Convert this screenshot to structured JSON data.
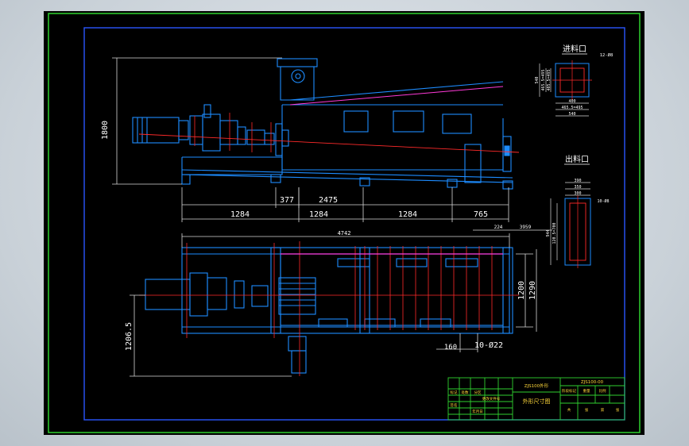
{
  "viewport": {
    "background": "#000000"
  },
  "colors": {
    "border": "#2fd12f",
    "frame": "#2a56ff",
    "machine": "#1d8cff",
    "dim": "#d8d8d8",
    "accent_red": "#ff2a2a",
    "accent_magenta": "#ff3ad8",
    "text_white": "#ffffff",
    "title_yellow": "#ffd83a"
  },
  "side_view": {
    "height_dim": "1800",
    "dims_top_row": [
      "377",
      "2475"
    ],
    "dims_bottom_row": [
      "1284",
      "1284",
      "1284",
      "765"
    ]
  },
  "plan_view": {
    "overall_length": "4742",
    "small_dims": [
      "224",
      "3959"
    ],
    "height_dims": [
      "1200",
      "1290"
    ],
    "left_dim": "1206.5",
    "bolt_spacing": "160",
    "bolt_label": "10-Ø22"
  },
  "inlet_detail": {
    "title": "进料口",
    "side_dims": [
      "540",
      "465.5=495",
      "405.5=495"
    ],
    "bottom_dims": [
      "400",
      "465.5=495",
      "540"
    ],
    "hole_note": "12-Ø8"
  },
  "outlet_detail": {
    "title": "出料口",
    "top_dims": [
      "390",
      "350",
      "300"
    ],
    "side_dims": [
      "944",
      "120.5=700"
    ],
    "hole_note": "10-Ø8"
  },
  "title_block": {
    "model": "ZJS100外形",
    "drawing_no": "ZJS100-00",
    "drawing_title": "外形尺寸图",
    "left_labels": [
      "标记",
      "处数",
      "分区",
      "更改文件号",
      "签名",
      "年月日"
    ],
    "right_labels": [
      "阶段标记",
      "重量",
      "比例",
      "共",
      "张",
      "第",
      "张"
    ]
  }
}
